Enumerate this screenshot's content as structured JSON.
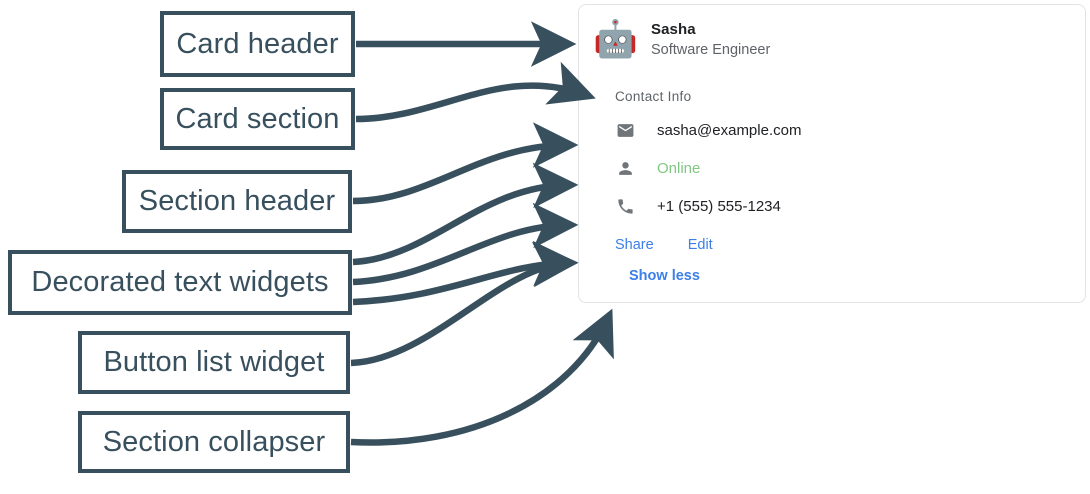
{
  "annotations": {
    "boxes": [
      {
        "id": "card-header",
        "label": "Card header"
      },
      {
        "id": "card-section",
        "label": "Card section"
      },
      {
        "id": "section-header",
        "label": "Section header"
      },
      {
        "id": "decorated-text-widgets",
        "label": "Decorated text widgets"
      },
      {
        "id": "button-list-widget",
        "label": "Button list widget"
      },
      {
        "id": "section-collapser",
        "label": "Section collapser"
      }
    ],
    "color": "#38505e"
  },
  "card": {
    "header": {
      "avatar_icon": "robot-avatar",
      "avatar_glyph": "🤖",
      "title": "Sasha",
      "subtitle": "Software Engineer"
    },
    "section": {
      "header": "Contact Info",
      "rows": [
        {
          "icon": "email-icon",
          "text": "sasha@example.com",
          "color": "#202124"
        },
        {
          "icon": "person-icon",
          "text": "Online",
          "color": "#81c784"
        },
        {
          "icon": "phone-icon",
          "text": "+1 (555) 555-1234",
          "color": "#202124"
        }
      ],
      "buttons": [
        {
          "label": "Share"
        },
        {
          "label": "Edit"
        }
      ],
      "collapser": {
        "label": "Show less"
      }
    }
  },
  "colors": {
    "annotation": "#38505e",
    "link": "#3c7fe8",
    "muted": "#5f6368",
    "icon": "#70757a",
    "status_online": "#81c784",
    "card_border": "#e3e3e3"
  }
}
